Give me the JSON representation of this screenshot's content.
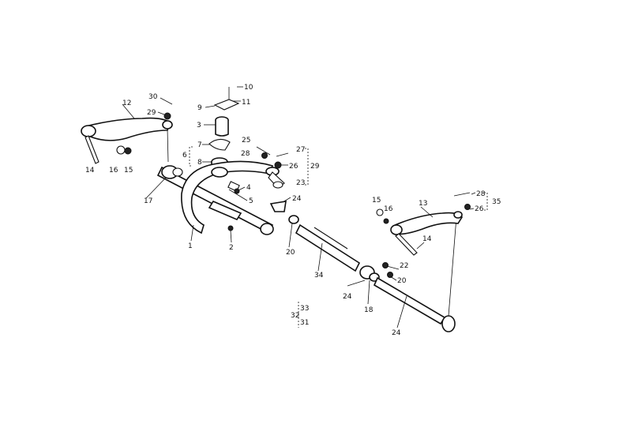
{
  "callouts": {
    "c1": "1",
    "c2": "2",
    "c3": "3",
    "c4": "4",
    "c5": "5",
    "c6": "6",
    "c7": "7",
    "c8": "8",
    "c9": "9",
    "c10": "10",
    "c11": "11",
    "c12": "12",
    "c13": "13",
    "c14a": "14",
    "c14b": "14",
    "c15a": "15",
    "c15b": "15",
    "c16a": "16",
    "c16b": "16",
    "c17": "17",
    "c18": "18",
    "c20a": "20",
    "c20b": "20",
    "c22": "22",
    "c23": "23",
    "c24a": "24",
    "c24b": "24",
    "c24c": "24",
    "c25": "25",
    "c26a": "26",
    "c26b": "26",
    "c27": "27",
    "c28a": "28",
    "c28b": "28",
    "c29a": "29",
    "c29b": "29",
    "c30": "30",
    "c31": "31",
    "c32": "32",
    "c33": "33",
    "c34": "34",
    "c35": "35"
  }
}
